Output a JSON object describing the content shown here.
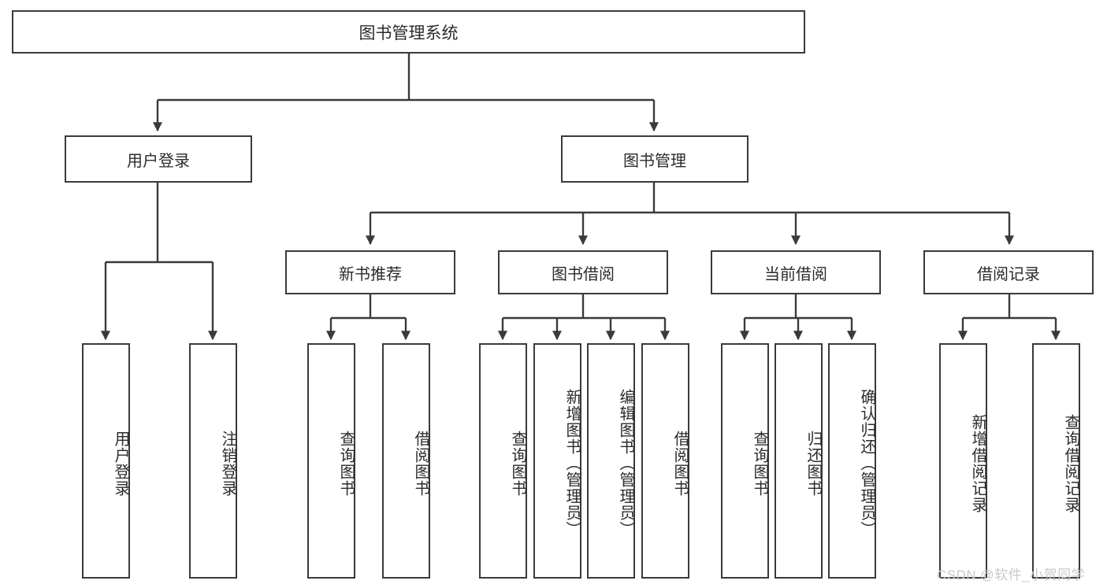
{
  "diagram": {
    "title": "图书管理系统",
    "type": "tree-hierarchy-chart",
    "root": {
      "label": "图书管理系统"
    },
    "level2": [
      {
        "label": "用户登录"
      },
      {
        "label": "图书管理"
      }
    ],
    "level3": [
      {
        "label": "新书推荐"
      },
      {
        "label": "图书借阅"
      },
      {
        "label": "当前借阅"
      },
      {
        "label": "借阅记录"
      }
    ],
    "leaves": {
      "user_login": [
        {
          "label": "用户登录"
        },
        {
          "label": "注销登录"
        }
      ],
      "new_book_recommend": [
        {
          "label": "查询图书"
        },
        {
          "label": "借阅图书"
        }
      ],
      "book_borrow": [
        {
          "label": "查询图书"
        },
        {
          "label": "新增图书（管理员）"
        },
        {
          "label": "编辑图书（管理员）"
        },
        {
          "label": "借阅图书"
        }
      ],
      "current_borrow": [
        {
          "label": "查询图书"
        },
        {
          "label": "归还图书"
        },
        {
          "label": "确认归还（管理员）"
        }
      ],
      "borrow_record": [
        {
          "label": "新增借阅记录"
        },
        {
          "label": "查询借阅记录"
        }
      ]
    },
    "watermark": "CSDN @软件_小贺同学",
    "colors": {
      "stroke": "#3a3a3a",
      "fill": "#ffffff",
      "text": "#2b2b2b",
      "watermark": "#c9c9c9"
    }
  }
}
